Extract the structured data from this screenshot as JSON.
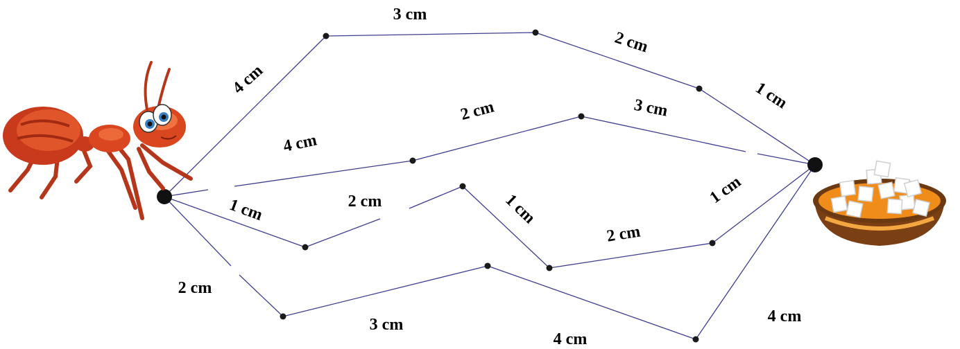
{
  "diagram": {
    "start": "ant",
    "end": "sugar-bowl",
    "routes": [
      {
        "name": "top",
        "segments": [
          "4 cm",
          "3 cm",
          "2 cm",
          "1 cm"
        ]
      },
      {
        "name": "upper-mid",
        "segments": [
          "4 cm",
          "2 cm",
          "3 cm"
        ]
      },
      {
        "name": "lower-mid",
        "segments": [
          "1 cm",
          "2 cm",
          "1 cm",
          "2 cm",
          "1 cm"
        ]
      },
      {
        "name": "bottom",
        "segments": [
          "2 cm",
          "3 cm",
          "4 cm",
          "4 cm"
        ]
      }
    ]
  },
  "colors": {
    "edge": "#3d3d8f",
    "ant_body": "#d9461f",
    "bowl": "#f08c1a",
    "bowl_rim": "#6b3a12",
    "sugar": "#ffffff"
  },
  "icons": {
    "start": "ant-icon",
    "end": "sugar-bowl-icon"
  }
}
